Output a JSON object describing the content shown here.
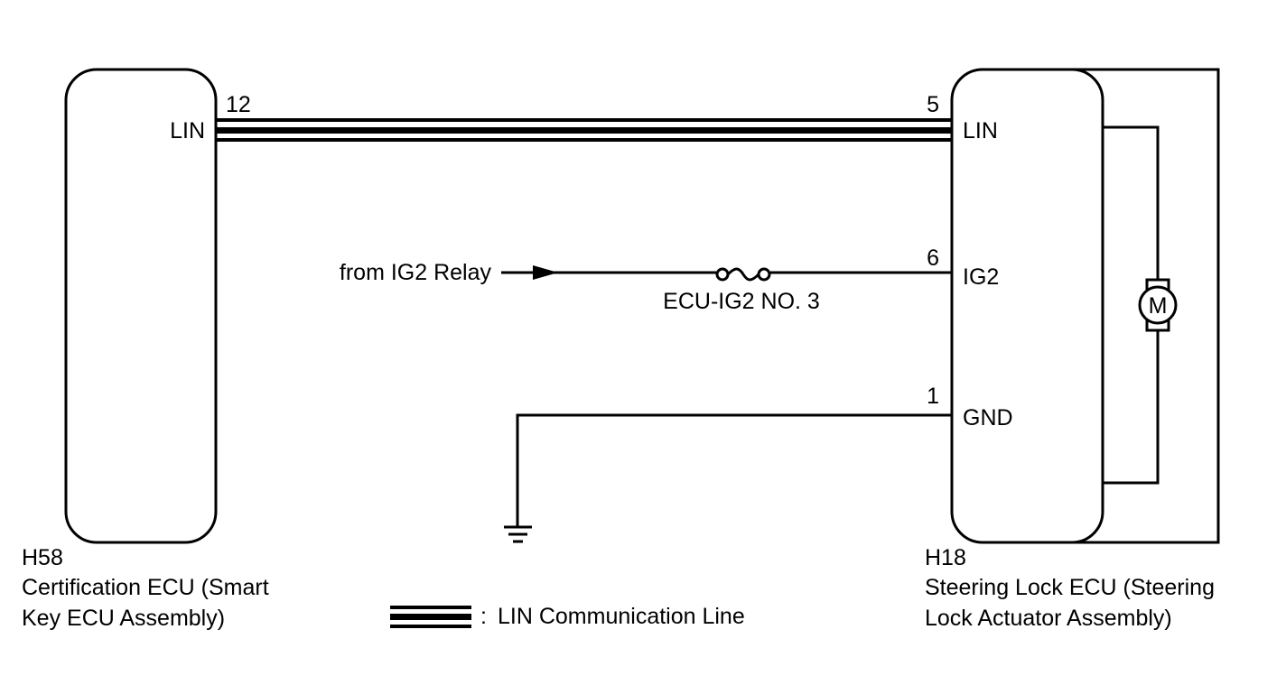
{
  "left_ecu": {
    "code": "H58",
    "name_line1": "Certification ECU (Smart",
    "name_line2": "Key ECU Assembly)",
    "pin_lin_number": "12",
    "pin_lin_label": "LIN"
  },
  "right_ecu": {
    "code": "H18",
    "name_line1": "Steering Lock ECU (Steering",
    "name_line2": "Lock Actuator Assembly)",
    "pins": [
      {
        "number": "5",
        "label": "LIN"
      },
      {
        "number": "6",
        "label": "IG2"
      },
      {
        "number": "1",
        "label": "GND"
      }
    ]
  },
  "ig2_source": "from IG2 Relay",
  "fuse_label": "ECU-IG2 NO. 3",
  "motor_symbol": "M",
  "legend": {
    "separator": ":",
    "text": "LIN Communication Line"
  },
  "icons": {
    "ground": "ground-icon",
    "fuse": "fuse-icon",
    "motor": "motor-icon",
    "arrow": "arrow-icon"
  }
}
